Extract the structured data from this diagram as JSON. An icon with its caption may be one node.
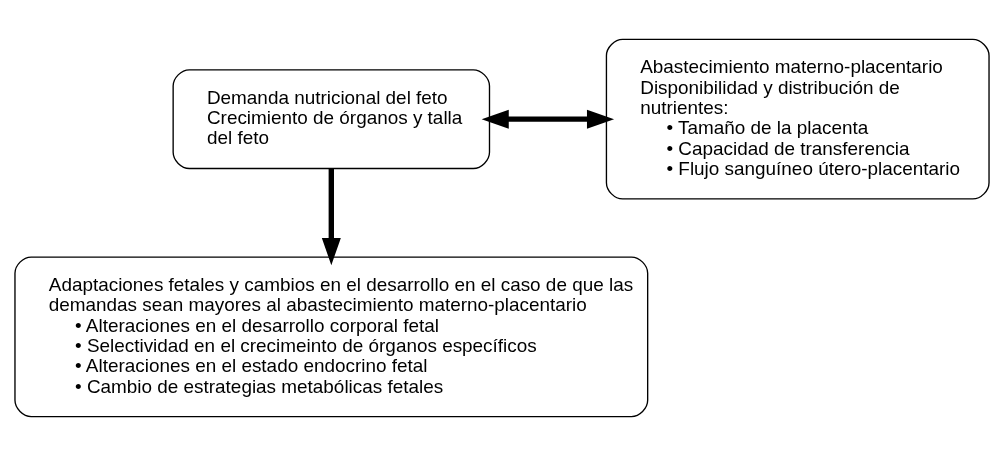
{
  "diagram": {
    "nodes": [
      {
        "text": [
          "Demanda nutricional del feto",
          "Crecimiento de órganos y talla del feto"
        ]
      },
      {
        "text": [
          "Abastecimiento materno-placentario",
          "Disponibilidad y distribución de nutrientes:",
          "• Tamaño de la placenta",
          "• Capacidad de transferencia",
          "• Flujo sanguíneo útero-placentario"
        ]
      },
      {
        "text": [
          "Adaptaciones fetales y cambios en el desarrollo en el caso de que las demandas sean mayores al abastecimiento materno-placentario",
          "• Alteraciones en el desarrollo corporal fetal",
          "• Selectividad en el crecimeinto de órganos específicos",
          "• Alteraciones en el estado endocrino fetal",
          "• Cambio de estrategias metabólicas fetales"
        ]
      }
    ],
    "edges": [
      {
        "from": 0,
        "to": 1,
        "arrow": "both"
      },
      {
        "from": 0,
        "to": 2,
        "arrow": "to"
      }
    ]
  }
}
